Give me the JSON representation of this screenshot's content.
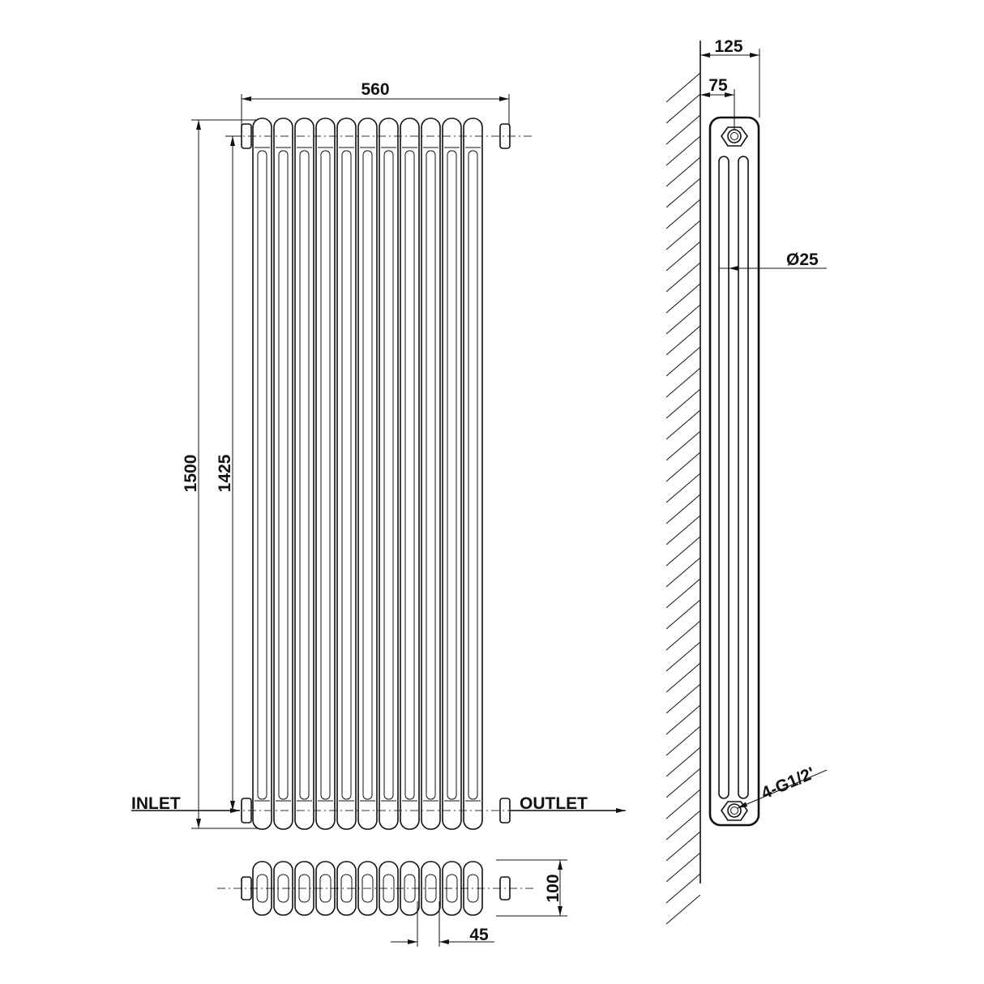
{
  "front_view": {
    "width_label": "560",
    "overall_height_label": "1500",
    "centers_height_label": "1425",
    "inlet_label": "INLET",
    "outlet_label": "OUTLET",
    "column_count": 11
  },
  "plan_view": {
    "depth_label": "100",
    "pitch_label": "45",
    "column_count": 11
  },
  "side_view": {
    "depth_label": "125",
    "offset_label": "75",
    "tube_diameter_label": "Ø25",
    "connection_label": "4-G1/2'"
  }
}
